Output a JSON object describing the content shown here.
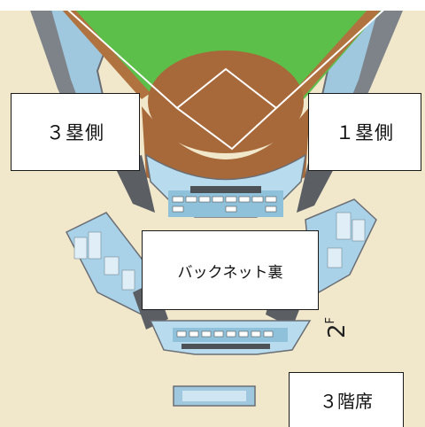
{
  "labels": {
    "third_base_side": "３塁側",
    "first_base_side": "１塁側",
    "backnet": "バックネット裏",
    "third_floor_seats": "３階席",
    "floor_number": "2",
    "floor_suffix": "F"
  },
  "colors": {
    "background": "#f1e8cc",
    "field_grass": "#5cbf4a",
    "infield_dirt": "#a8693a",
    "lines": "#ffffff",
    "seat_blue": "#a9d2e8",
    "structure_gray": "#6a6e74",
    "label_box": "#ffffff",
    "label_border": "#1a1a1a"
  }
}
